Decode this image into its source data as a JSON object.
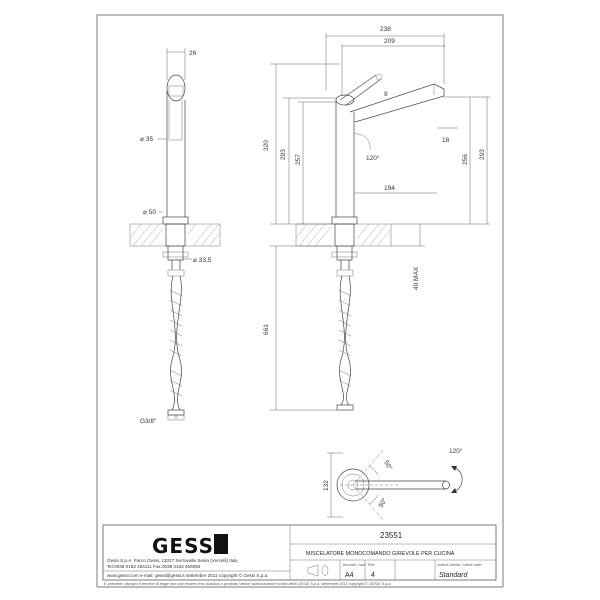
{
  "drawing": {
    "side_view": {
      "top_width": "26",
      "body_diameter": "⌀ 35",
      "base_diameter": "⌀ 50",
      "shank_diameter": "⌀ 33,5",
      "hose_thread": "G3/8\""
    },
    "front_view": {
      "total_reach": "238",
      "spout_reach": "209",
      "lever_dim": "9",
      "total_height": "320",
      "height_293_left": "293",
      "height_257": "257",
      "spout_angle": "120°",
      "under_spout_reach": "194",
      "outlet_dia": "18",
      "height_256": "256",
      "height_293_right": "293",
      "max_thickness": "40 MAX",
      "hose_length": "661"
    },
    "top_view": {
      "rotation_angle": "120°",
      "angle_upper": "50°",
      "angle_lower": "50°",
      "width": "132"
    }
  },
  "title_block": {
    "logo": "GESSI",
    "company_line1": "Gessi S.p.A. Parco Gessi, 13037 Serravalle Sesia (Vercelli) Italy",
    "company_line2": "Tel.0039  0163  454111  Fax.0039  0163  459350",
    "company_line3": "www.gessi.com  e-mail: gessi@gessi.it   settembre  2011  copyright © Gessi S.p.a.",
    "product_code": "23551",
    "product_description": "MISCELATORE MONOCOMANDO GIREVOLE PER CUCINA",
    "format_label": "formato / size",
    "format_value": "A4",
    "rev_label": "Rev",
    "rev_value": "4",
    "client_code_label": "codice cliente / client code",
    "client_code_value": "Standard",
    "footer_note": "È presente, disegno e termine di legge non può essere reso pubblico o prodotto senza l'autorizzazione scritta della GESSI S.p.a.    settembre  2011  copyright © GESSI S.p.a."
  }
}
